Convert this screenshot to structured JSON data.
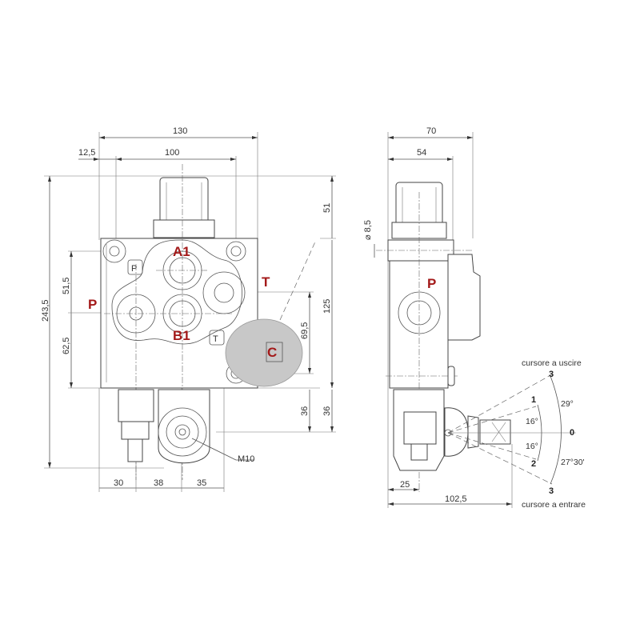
{
  "drawing": {
    "front_view": {
      "ports": {
        "a1": "A1",
        "b1": "B1",
        "p": "P",
        "t": "T",
        "c": "C",
        "p_marking": "P",
        "t_marking": "T"
      },
      "dimensions": {
        "width_overall": "130",
        "width_holes": "100",
        "offset_left": "12,5",
        "height_overall": "243,5",
        "upper_port": "51,5",
        "lower_port": "62,5",
        "top_cap": "51",
        "body_height": "125",
        "c_height": "69,5",
        "lever_a": "36",
        "lever_b": "36",
        "bottom_30": "30",
        "bottom_38": "38",
        "bottom_35": "35",
        "thread": "M10"
      }
    },
    "side_view": {
      "ports": {
        "p": "P"
      },
      "dimensions": {
        "width_overall": "70",
        "width_body": "54",
        "hole_diameter": "⌀ 8,5",
        "offset_25": "25",
        "lever_reach": "102,5"
      },
      "lever_positions": {
        "out_label": "cursore a uscire",
        "in_label": "cursore a entrare",
        "pos_3_top": "3",
        "pos_1": "1",
        "pos_0": "0",
        "pos_2": "2",
        "pos_3_bottom": "3",
        "angle_29": "29°",
        "angle_16_top": "16°",
        "angle_16_bottom": "16°",
        "angle_27_30": "27°30'"
      }
    },
    "colors": {
      "port_label": "#a31919",
      "highlight_circle": "#c8c8c8"
    }
  }
}
